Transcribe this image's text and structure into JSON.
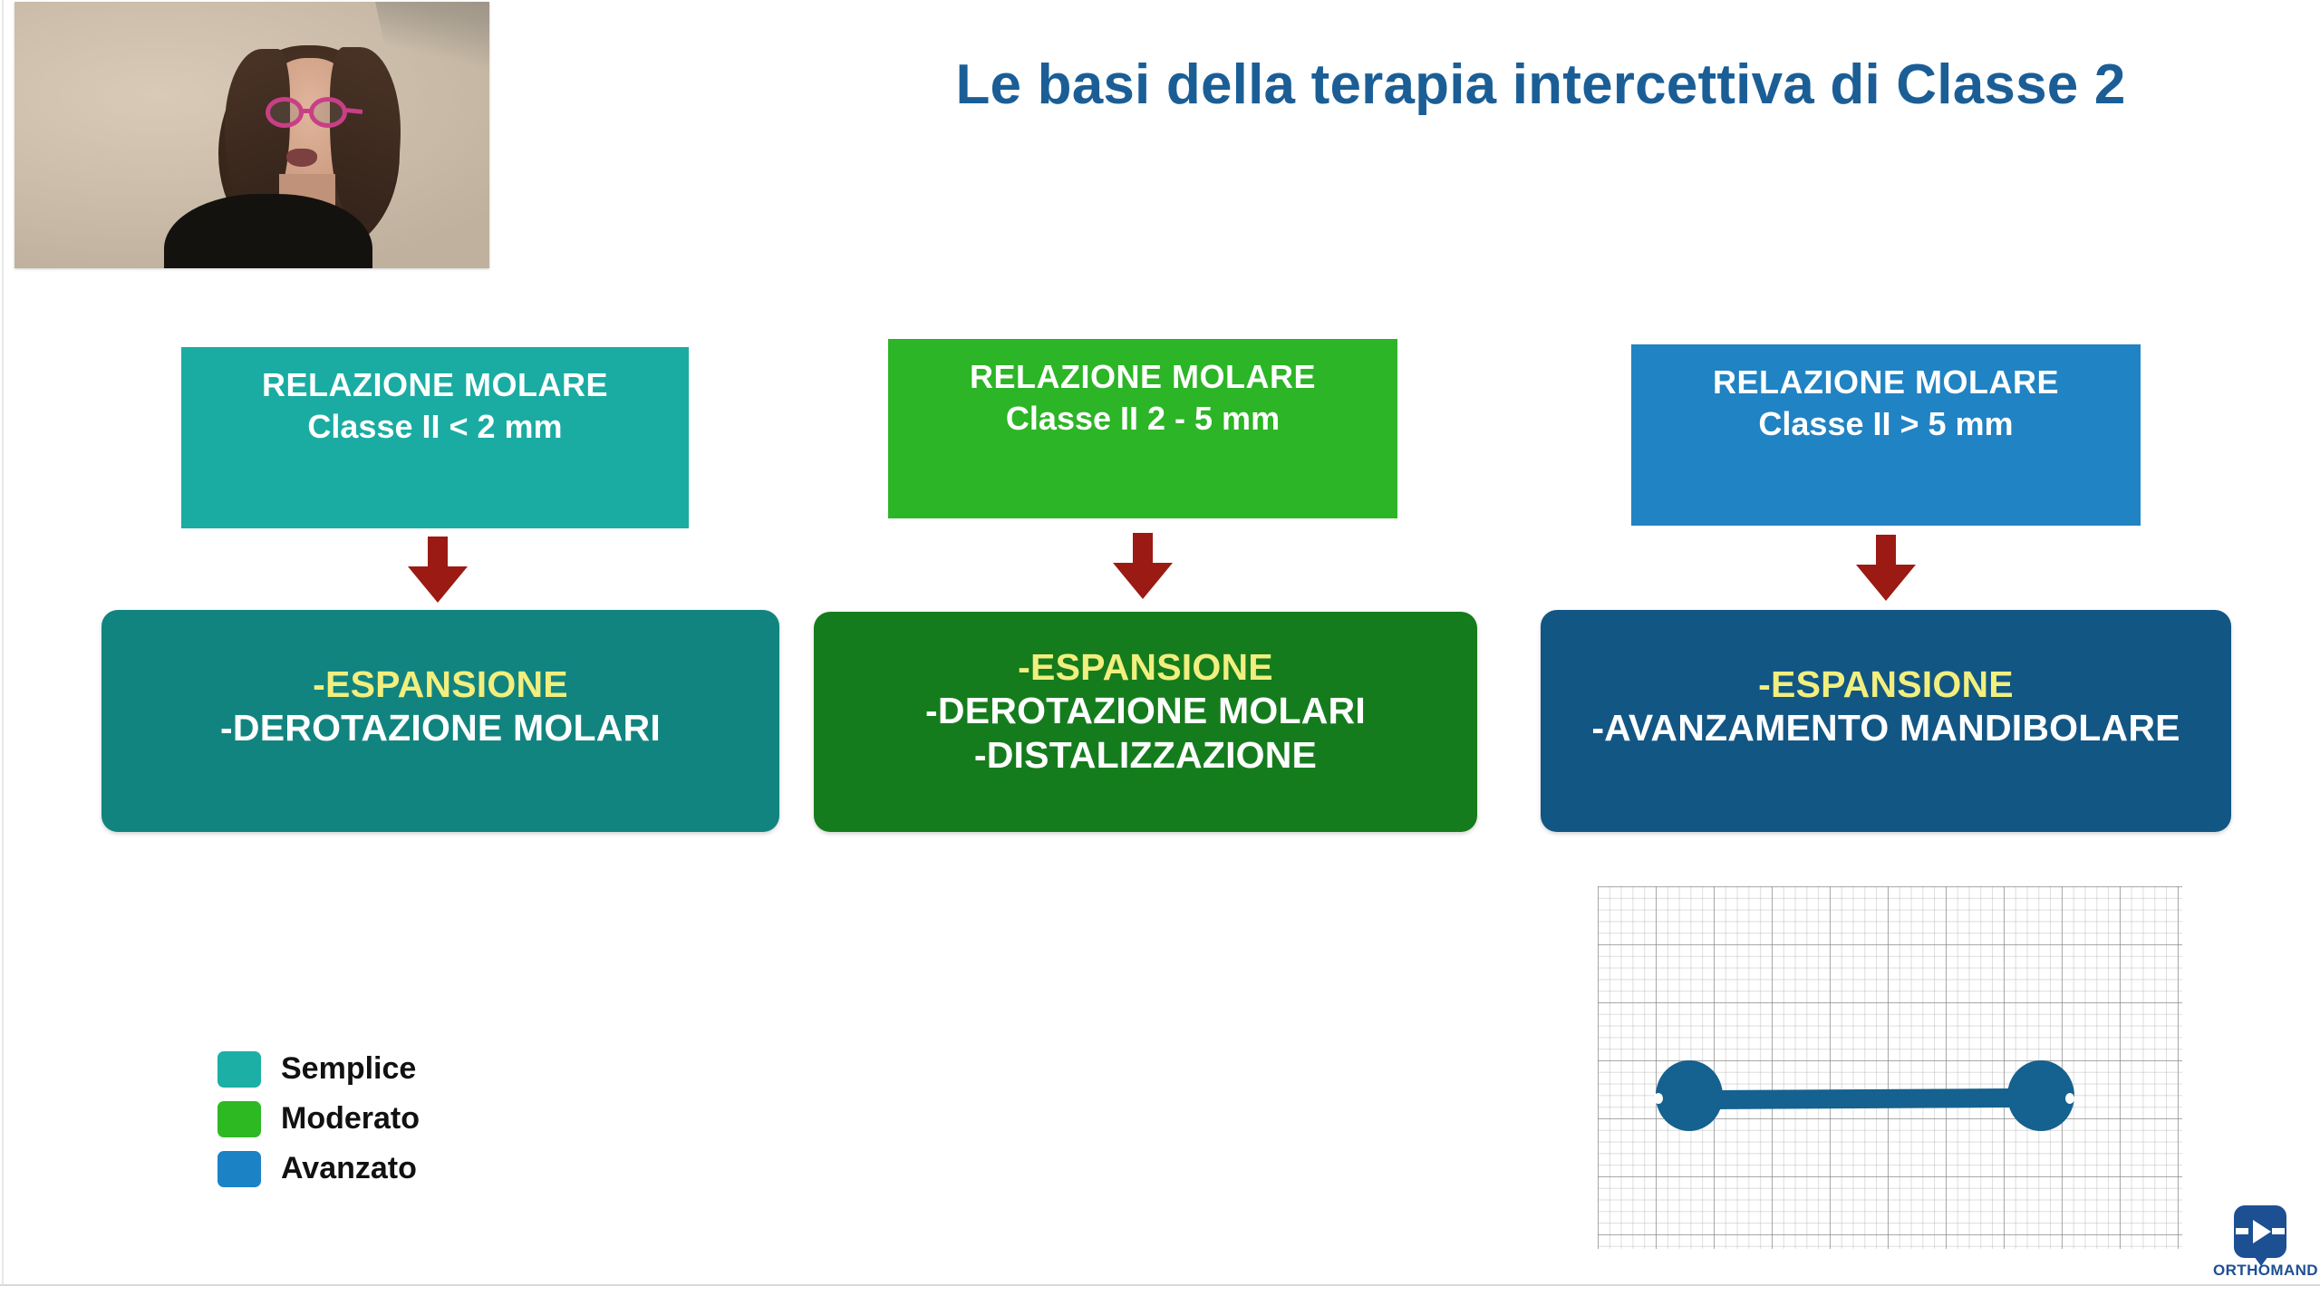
{
  "slide": {
    "title": "Le basi della terapia intercettiva di Classe 2",
    "title_color": "#1b5e96",
    "background": "#ffffff"
  },
  "webcam": {
    "name": "presenter-video-thumbnail",
    "description": "Presenter on webcam: woman with dark curly hair, pink round glasses, black top, beige wall"
  },
  "columns": [
    {
      "id": "semplice",
      "severity_label": "Semplice",
      "accent": "#1aaca2",
      "header": {
        "line1": "RELAZIONE MOLARE",
        "line2": "Classe II < 2 mm"
      },
      "arrow_color": "#9b1a13",
      "body": {
        "background": "#12847f",
        "lines": [
          {
            "text": "-ESPANSIONE",
            "highlight": true
          },
          {
            "text": "-DEROTAZIONE MOLARI",
            "highlight": false
          }
        ]
      }
    },
    {
      "id": "moderato",
      "severity_label": "Moderato",
      "accent": "#2cb526",
      "header": {
        "line1": "RELAZIONE MOLARE",
        "line2": "Classe II  2 - 5 mm"
      },
      "arrow_color": "#9b1a13",
      "body": {
        "background": "#157c1d",
        "lines": [
          {
            "text": "-ESPANSIONE",
            "highlight": true
          },
          {
            "text": "-DEROTAZIONE MOLARI",
            "highlight": false
          },
          {
            "text": "-DISTALIZZAZIONE",
            "highlight": false
          }
        ]
      }
    },
    {
      "id": "avanzato",
      "severity_label": "Avanzato",
      "accent": "#2083c3",
      "header": {
        "line1": "RELAZIONE MOLARE",
        "line2": "Classe II > 5 mm"
      },
      "arrow_color": "#9b1a13",
      "body": {
        "background": "#125684",
        "lines": [
          {
            "text": "-ESPANSIONE",
            "highlight": true
          },
          {
            "text": "-AVANZAMENTO MANDIBOLARE",
            "highlight": false
          }
        ]
      }
    }
  ],
  "legend": {
    "items": [
      {
        "label": "Semplice",
        "color": "#1BAFA5"
      },
      {
        "label": "Moderato",
        "color": "#2DB922"
      },
      {
        "label": "Avanzato",
        "color": "#1C82C6"
      }
    ]
  },
  "whiteboard": {
    "name": "graph-paper-annotation-panel",
    "grid": "fine square grid with heavier major lines",
    "sketch": "blue dumbbell: two filled circles joined by a thick horizontal bar",
    "sketch_color": "#15618f"
  },
  "branding": {
    "wordmark": "ORTHOMAND",
    "color": "#1d4f93",
    "icon": "play-button-badge"
  },
  "highlight_text_color": "#f2ef7e"
}
